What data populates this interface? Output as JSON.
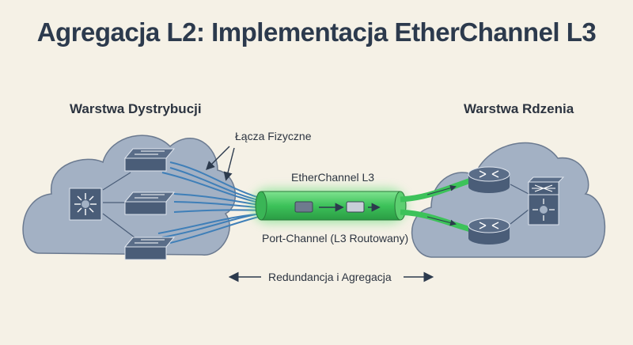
{
  "title": "Agregacja L2: Implementacja EtherChannel L3",
  "left_layer": {
    "label": "Warstwa Dystrybucji"
  },
  "right_layer": {
    "label": "Warstwa Rdzenia"
  },
  "physical_links_label": "Łącza Fizyczne",
  "etherchannel_label": "EtherChannel L3",
  "port_channel_label": "Port-Channel (L3 Routowany)",
  "bottom_label": "Redundancja i Agregacja",
  "colors": {
    "background": "#f5f1e6",
    "cloud": "#a3b1c4",
    "device": "#4a5d78",
    "link_blue": "#3f7fb8",
    "tube_green": "#4fd36a",
    "text_dark": "#2c3a4d"
  }
}
